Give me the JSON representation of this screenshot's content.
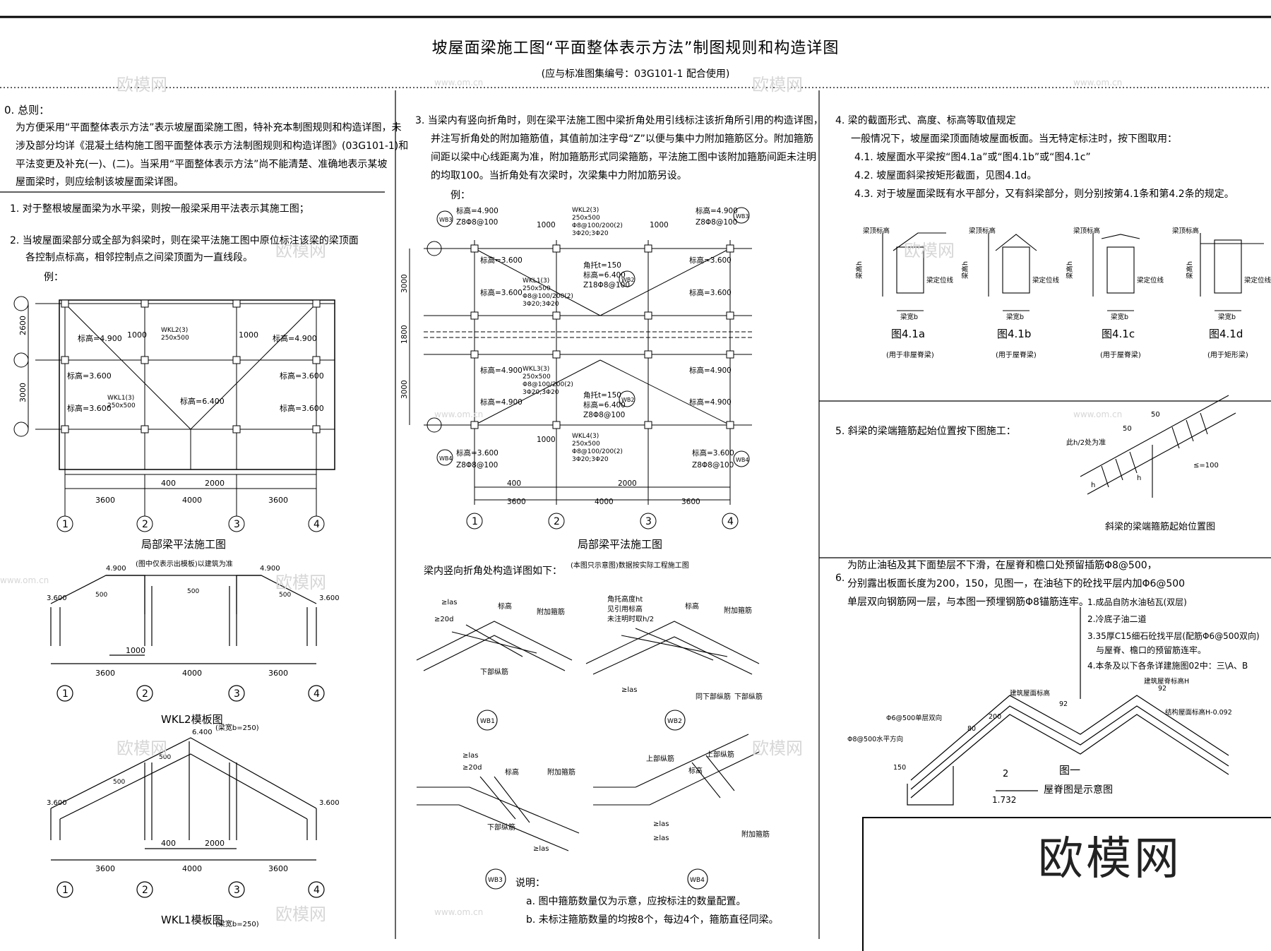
{
  "title": "坡屋面梁施工图“平面整体表示方法”制图规则和构造详图",
  "subtitle": "(应与标准图集编号：03G101-1 配合使用)",
  "watermark": "欧模网",
  "watermark_url": "www.om.cn",
  "brand": "欧模网",
  "col1": {
    "s0_head": "0. 总则：",
    "s0_lines": [
      "为方便采用“平面整体表示方法”表示坡屋面梁施工图，特补充本制图规则和构造详图，未",
      "涉及部分均详《混凝土结构施工图平面整体表示方法制图规则和构造详图》(03G101-1)和",
      "平法变更及补充(一)、(二)。当采用“平面整体表示方法”尚不能清楚、准确地表示某坡",
      "屋面梁时，则应绘制该坡屋面梁详图。"
    ],
    "s1": "1. 对于整根坡屋面梁为水平梁，则按一般梁采用平法表示其施工图；",
    "s2_lines": [
      "2. 当坡屋面梁部分或全部为斜梁时，则在梁平法施工图中原位标注该梁的梁顶面",
      "各控制点标高，相邻控制点之间梁顶面为一直线段。"
    ],
    "eg": "例：",
    "plan_caption": "局部梁平法施工图",
    "plan_note": "(图中仅表示出模板)以建筑为准",
    "wkl2_caption": "WKL2模板图",
    "wkl2_note": "(梁宽b=250)",
    "wkl1_caption": "WKL1模板图",
    "wkl1_note": "(梁宽b=250)",
    "plan": {
      "dims_left": [
        "2600",
        "3000"
      ],
      "dims_bottom": [
        "3600",
        "4000",
        "3600"
      ],
      "dims_inner": [
        "400",
        "2000"
      ],
      "axes": [
        "1",
        "2",
        "3",
        "4"
      ],
      "labels": [
        "标高=4.900",
        "标高=4.900",
        "标高=3.600",
        "标高=3.600",
        "标高=3.600",
        "标高=3.600",
        "标高=6.400",
        "1000",
        "1000",
        "WKL2(3)",
        "250x500",
        "WKL1(3)",
        "250x500"
      ]
    },
    "wkl2": {
      "elev": [
        "4.900",
        "4.900",
        "3.600",
        "3.600"
      ],
      "dims": [
        "1000",
        "3600",
        "4000",
        "3600"
      ],
      "tags": [
        "500",
        "500",
        "500"
      ]
    },
    "wkl1": {
      "elev": [
        "6.400",
        "3.600",
        "3.600"
      ],
      "dims": [
        "400",
        "2000",
        "3600",
        "4000",
        "3600"
      ],
      "tags": [
        "500",
        "500"
      ]
    }
  },
  "col2": {
    "s3_lines": [
      "3. 当梁内有竖向折角时，则在梁平法施工图中梁折角处用引线标注该折角所引用的构造详图，",
      "并注写折角处的附加箍筋值，其值前加注字母“Z”以便与集中力附加箍筋区分。附加箍筋",
      "间距以梁中心线距离为准，附加箍筋形式同梁箍筋，平法施工图中该附加箍筋间距未注明",
      "的均取100。当折角处有次梁时，次梁集中力附加筋另设。"
    ],
    "eg": "例：",
    "plan_caption": "局部梁平法施工图",
    "plan_note": "(本图只示意图)数据按实际工程施工图",
    "plan": {
      "labels": [
        "标高=4.900",
        "Z8Φ8@100",
        "1000",
        "WKL2(3)",
        "250x500",
        "Φ8@100/200(2)",
        "3Φ20;3Φ20",
        "1000",
        "标高=4.900",
        "Z8Φ8@100",
        "标高=3.600",
        "标高=3.600",
        "角托t=150",
        "标高=6.400",
        "Z18Φ8@100",
        "标高=3.600",
        "WKL1(3)",
        "250x500",
        "Φ8@100/200(2)",
        "3Φ20;3Φ20",
        "标高=3.600",
        "标高=4.900",
        "WKL3(3)",
        "250x500",
        "Φ8@100/200(2)",
        "3Φ20;3Φ20",
        "标高=4.900",
        "角托t=150",
        "标高=6.400",
        "Z8Φ8@100",
        "标高=4.900",
        "标高=4.900",
        "1000",
        "WKL4(3)",
        "250x500",
        "Φ8@100/200(2)",
        "3Φ20;3Φ20",
        "标高=3.600",
        "Z8Φ8@100",
        "标高=3.600",
        "Z8Φ8@100"
      ],
      "tags": [
        "WB3",
        "WB3",
        "WB2",
        "WB2",
        "WB4",
        "WB4"
      ],
      "dims_left": [
        "3000",
        "1800",
        "3000"
      ],
      "dims_bottom": [
        "3600",
        "4000",
        "3600"
      ],
      "dims_inner": [
        "400",
        "2000"
      ],
      "axes": [
        "1",
        "2",
        "3",
        "4"
      ]
    },
    "details_head": "梁内竖向折角处构造详图如下：",
    "details": {
      "wb1": [
        "≥las",
        "≥20d",
        "标高",
        "附加箍筋",
        "下部纵筋",
        "WB1"
      ],
      "wb2": [
        "角托高度ht",
        "见引用标高",
        "未注明时取h/2",
        "标高",
        "附加箍筋",
        "≥las",
        "同下部纵筋",
        "下部纵筋",
        "WB2"
      ],
      "wb3": [
        "≥las",
        "≥20d",
        "标高",
        "附加箍筋",
        "下部纵筋",
        "≥las",
        "WB3"
      ],
      "wb4": [
        "上部纵筋",
        "标高",
        "上部纵筋",
        "附加箍筋",
        "≥las",
        "≥las",
        "WB4"
      ]
    },
    "note_head": "说明：",
    "notes": [
      "a. 图中箍筋数量仅为示意，应按标注的数量配置。",
      "b. 未标注箍筋数量的均按8个，每边4个，箍筋直径同梁。"
    ]
  },
  "col3": {
    "s4_head": "4. 梁的截面形式、高度、标高等取值规定",
    "s4_lines": [
      "一般情况下，坡屋面梁顶面随坡屋面板面。当无特定标注时，按下图取用：",
      "4.1. 坡屋面水平梁按“图4.1a”或“图4.1b”或“图4.1c”",
      "4.2. 坡屋面斜梁按矩形截面，见图4.1d。",
      "4.3. 对于坡屋面梁既有水平部分，又有斜梁部分，则分别按第4.1条和第4.2条的规定。"
    ],
    "sections": [
      {
        "name": "图4.1a",
        "note": "(用于非屋脊梁)",
        "labels": [
          "梁顶标高",
          "梁高h",
          "梁定位线",
          "梁宽b"
        ]
      },
      {
        "name": "图4.1b",
        "note": "(用于屋脊梁)",
        "labels": [
          "梁顶标高",
          "梁高h",
          "梁定位线",
          "梁宽b"
        ]
      },
      {
        "name": "图4.1c",
        "note": "(用于屋脊梁)",
        "labels": [
          "梁顶标高",
          "梁高h",
          "梁定位线",
          "梁宽b"
        ]
      },
      {
        "name": "图4.1d",
        "note": "(用于矩形梁)",
        "labels": [
          "梁顶标高",
          "梁高h",
          "梁定位线",
          "梁宽b"
        ]
      }
    ],
    "s5": "5. 斜梁的梁端箍筋起始位置按下图施工：",
    "s5_labels": [
      "此h/2处为准",
      "50",
      "50",
      "h",
      "h",
      "≤=100"
    ],
    "s5_caption": "斜梁的梁端箍筋起始位置图",
    "s6_num": "6.",
    "s6_lines": [
      "为防止油毡及其下面垫层不下滑，在屋脊和檐口处预留插筋Φ8@500，",
      "分别露出板面长度为200，150，见图一，在油毡下的砼找平层内加Φ6@500",
      "单层双向钢筋网一层，与本图一预埋钢筋Φ8锚筋连牢。"
    ],
    "s6_list": [
      "1.成品自防水油毡瓦(双层)",
      "2.冷底子油二道",
      "3.35厚C15细石砼找平层(配筋Φ6@500双向)",
      "与屋脊、檐口的预留筋连牢。",
      "4.本条及以下各条详建施图02中：三\\A、B"
    ],
    "fig1_labels": [
      "建筑屋脊标高H",
      "建筑屋面标高",
      "结构屋面标高H-0.092",
      "Φ6@500单层双向",
      "Φ8@500水平方向",
      "80",
      "200",
      "92",
      "92",
      "150",
      "2",
      "1.732"
    ],
    "fig1_caption": "图一",
    "fig1_sub": "屋脊图是示意图"
  }
}
